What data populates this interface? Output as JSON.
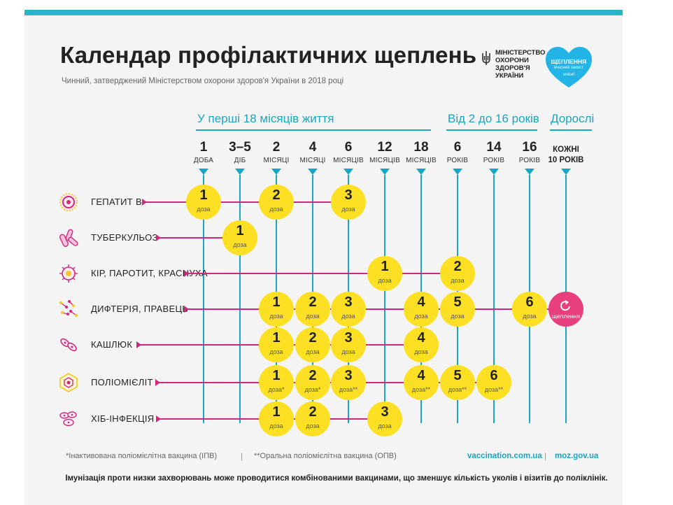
{
  "header": {
    "title": "Календар профілактичних щеплень",
    "subtitle": "Чинний, затверджений Міністерством охорони здоров'я України в 2018 році"
  },
  "logos": {
    "moz_text": "МІНІСТЕРСТВО\nОХОРОНИ\nЗДОРОВ'Я\nУКРАЇНИ",
    "heart_title": "ЩЕПЛЕННЯ",
    "heart_sub": "вчасний захист",
    "heart_brand": "unicef"
  },
  "groups": [
    {
      "label": "У перші 18 місяців життя"
    },
    {
      "label": "Від 2 до 16 років"
    },
    {
      "label": "Дорослі"
    }
  ],
  "ages": [
    {
      "num": "1",
      "unit": "ДОБА"
    },
    {
      "num": "3–5",
      "unit": "ДІБ"
    },
    {
      "num": "2",
      "unit": "МІСЯЦІ"
    },
    {
      "num": "4",
      "unit": "МІСЯЦІ"
    },
    {
      "num": "6",
      "unit": "МІСЯЦІВ"
    },
    {
      "num": "12",
      "unit": "МІСЯЦІВ"
    },
    {
      "num": "18",
      "unit": "МІСЯЦІВ"
    },
    {
      "num": "6",
      "unit": "РОКІВ"
    },
    {
      "num": "14",
      "unit": "РОКІВ"
    },
    {
      "num": "16",
      "unit": "РОКІВ"
    },
    {
      "num": "КОЖНІ\n10 РОКІВ",
      "unit": ""
    }
  ],
  "diseases": [
    {
      "name": "ГЕПАТИТ В",
      "icon": "hepatitis-virus-icon"
    },
    {
      "name": "ТУБЕРКУЛЬОЗ",
      "icon": "tuberculosis-bacteria-icon"
    },
    {
      "name": "КІР, ПАРОТИТ, КРАСНУХА",
      "icon": "measles-virus-icon"
    },
    {
      "name": "ДИФТЕРІЯ, ПРАВЕЦЬ",
      "icon": "diphtheria-bacteria-icon"
    },
    {
      "name": "КАШЛЮК",
      "icon": "pertussis-bacteria-icon"
    },
    {
      "name": "ПОЛІОМІЄЛІТ",
      "icon": "polio-virus-icon"
    },
    {
      "name": "ХІБ-ІНФЕКЦІЯ",
      "icon": "hib-bacteria-icon"
    }
  ],
  "doses": [
    {
      "row": 0,
      "col": 0,
      "num": "1",
      "unit": "доза"
    },
    {
      "row": 0,
      "col": 2,
      "num": "2",
      "unit": "доза"
    },
    {
      "row": 0,
      "col": 4,
      "num": "3",
      "unit": "доза"
    },
    {
      "row": 1,
      "col": 1,
      "num": "1",
      "unit": "доза"
    },
    {
      "row": 2,
      "col": 5,
      "num": "1",
      "unit": "доза"
    },
    {
      "row": 2,
      "col": 7,
      "num": "2",
      "unit": "доза"
    },
    {
      "row": 3,
      "col": 2,
      "num": "1",
      "unit": "доза"
    },
    {
      "row": 3,
      "col": 3,
      "num": "2",
      "unit": "доза"
    },
    {
      "row": 3,
      "col": 4,
      "num": "3",
      "unit": "доза"
    },
    {
      "row": 3,
      "col": 6,
      "num": "4",
      "unit": "доза"
    },
    {
      "row": 3,
      "col": 7,
      "num": "5",
      "unit": "доза"
    },
    {
      "row": 3,
      "col": 9,
      "num": "6",
      "unit": "доза"
    },
    {
      "row": 4,
      "col": 2,
      "num": "1",
      "unit": "доза"
    },
    {
      "row": 4,
      "col": 3,
      "num": "2",
      "unit": "доза"
    },
    {
      "row": 4,
      "col": 4,
      "num": "3",
      "unit": "доза"
    },
    {
      "row": 4,
      "col": 6,
      "num": "4",
      "unit": "доза"
    },
    {
      "row": 5,
      "col": 2,
      "num": "1",
      "unit": "доза*"
    },
    {
      "row": 5,
      "col": 3,
      "num": "2",
      "unit": "доза*"
    },
    {
      "row": 5,
      "col": 4,
      "num": "3",
      "unit": "доза**"
    },
    {
      "row": 5,
      "col": 6,
      "num": "4",
      "unit": "доза**"
    },
    {
      "row": 5,
      "col": 7,
      "num": "5",
      "unit": "доза**"
    },
    {
      "row": 5,
      "col": 8,
      "num": "6",
      "unit": "доза**"
    },
    {
      "row": 6,
      "col": 2,
      "num": "1",
      "unit": "доза"
    },
    {
      "row": 6,
      "col": 3,
      "num": "2",
      "unit": "доза"
    },
    {
      "row": 6,
      "col": 5,
      "num": "3",
      "unit": "доза"
    }
  ],
  "booster": {
    "row": 3,
    "col": 10,
    "label": "щеплення",
    "icon": "repeat-icon"
  },
  "footer": {
    "note1": "*Інактивована поліомієлітна вакцина (ІПВ)",
    "note2": "**Оральна поліомієлітна вакцина (ОПВ)",
    "separator": "|",
    "link1": "vaccination.com.ua",
    "link2": "moz.gov.ua",
    "bottom_note": "Імунізація проти низки захворювань може проводитися комбінованими вакцинами, що зменшує кількість уколів і візитів до поліклінік."
  },
  "colors": {
    "accent": "#1aa6c2",
    "top_bar": "#2ab4c8",
    "dose": "#fde024",
    "line": "#d0287e",
    "booster": "#e8407f",
    "card": "#f4f4f4"
  }
}
